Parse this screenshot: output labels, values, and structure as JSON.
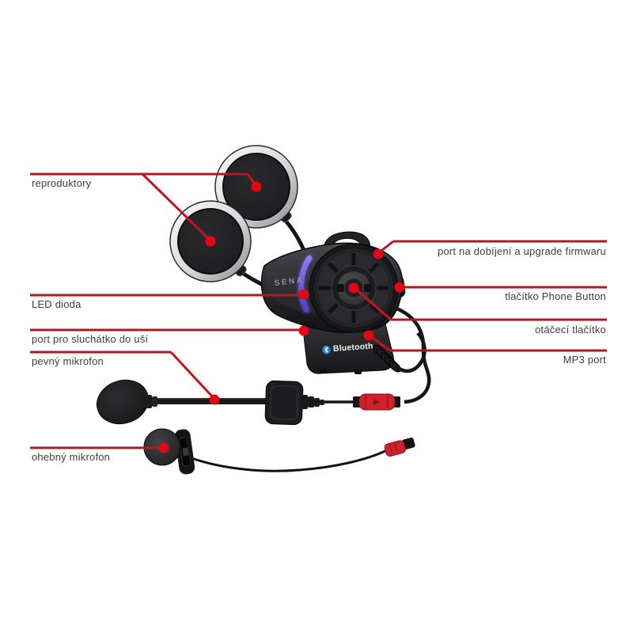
{
  "figure_type": "product-parts-diagram",
  "labels": {
    "left": [
      {
        "id": "reproduktory",
        "text": "reproduktory"
      },
      {
        "id": "led-dioda",
        "text": "LED dioda"
      },
      {
        "id": "port-sluchatko",
        "text": "port pro sluchátko do uší"
      },
      {
        "id": "pevny-mikrofon",
        "text": "pevný mikrofon"
      },
      {
        "id": "ohebny-mikrofon",
        "text": "ohebný mikrofon"
      }
    ],
    "right": [
      {
        "id": "port-dobijeni",
        "text": "port na dobíjení a upgrade firmwaru"
      },
      {
        "id": "tlacitko-phone",
        "text": "tlačítko Phone Button"
      },
      {
        "id": "otaceci-tlacitko",
        "text": "otáčecí tlačítko"
      },
      {
        "id": "mp3-port",
        "text": "MP3 port"
      }
    ]
  },
  "device": {
    "brand_label": "SENA",
    "bluetooth_label": "Bluetooth"
  },
  "colors": {
    "background": "#ffffff",
    "callout_line": "#a81c27",
    "callout_diagonal": "#c3151f",
    "callout_dot": "#e30613",
    "label_text": "#3c3c3c",
    "led_blue": "#6e5ee8",
    "bluetooth_blue": "#1b74d6",
    "connector_red": "#cf2129"
  }
}
